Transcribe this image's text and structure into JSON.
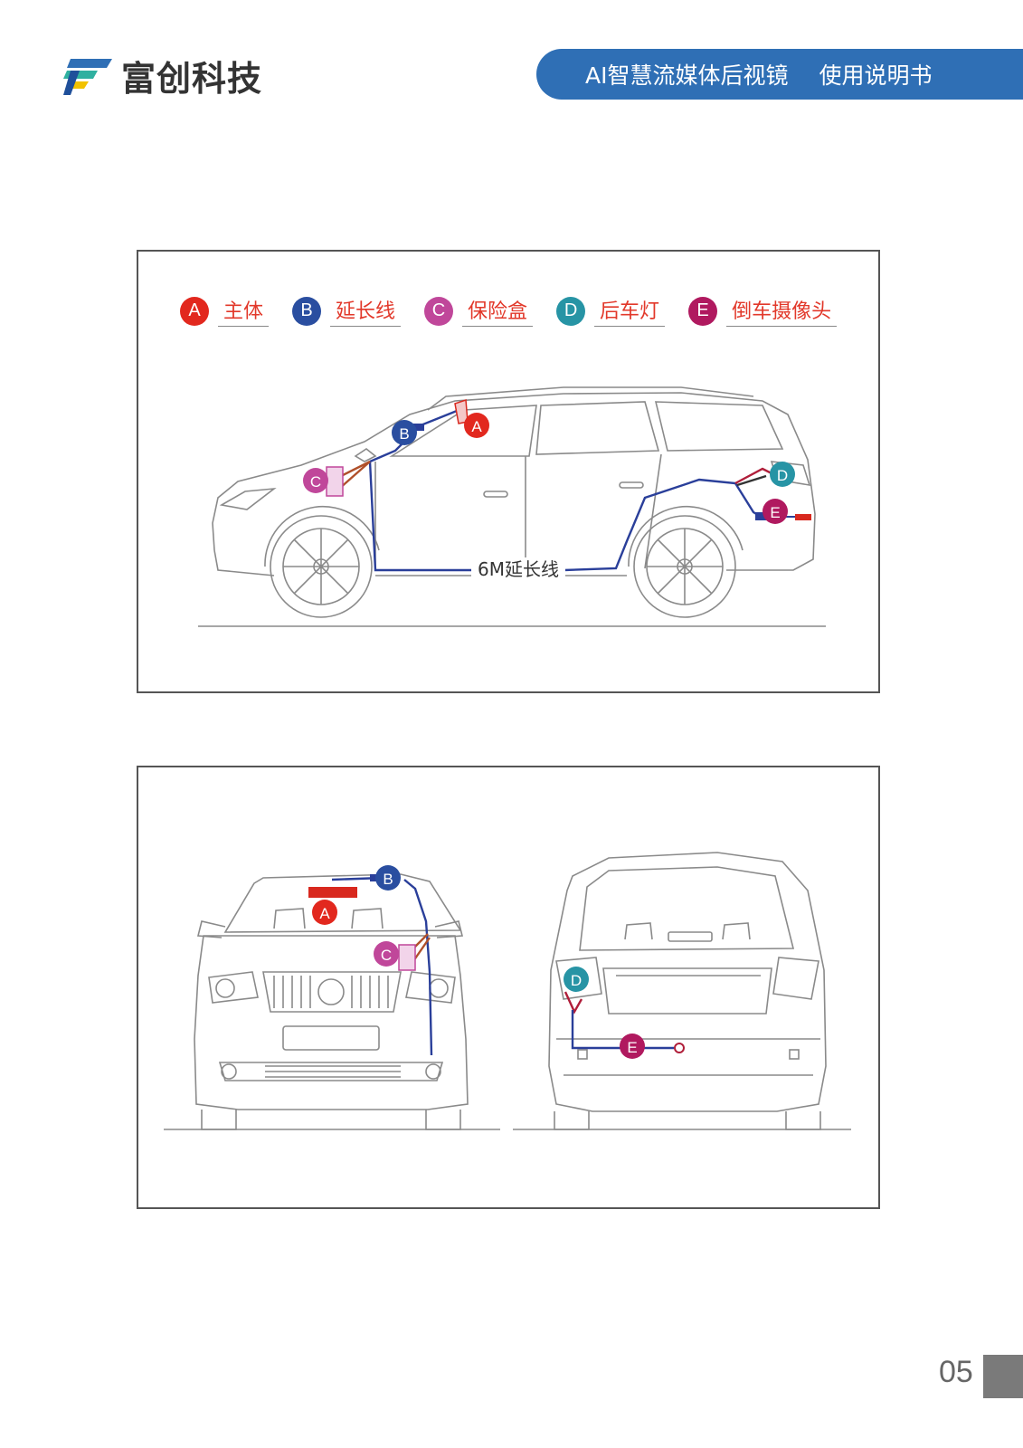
{
  "header": {
    "brand_name": "富创科技",
    "product_title": "AI智慧流媒体后视镜",
    "doc_title": "使用说明书"
  },
  "legend": [
    {
      "key": "A",
      "label": "主体",
      "color": "#e2281e"
    },
    {
      "key": "B",
      "label": "延长线",
      "color": "#2a4ea0"
    },
    {
      "key": "C",
      "label": "保险盒",
      "color": "#c0479a"
    },
    {
      "key": "D",
      "label": "后车灯",
      "color": "#2794a5"
    },
    {
      "key": "E",
      "label": "倒车摄像头",
      "color": "#b0195f"
    }
  ],
  "side_view": {
    "cable_label": "6M延长线"
  },
  "markers": {
    "a": "A",
    "b": "B",
    "c": "C",
    "d": "D",
    "e": "E"
  },
  "footer": {
    "page_number": "05"
  }
}
